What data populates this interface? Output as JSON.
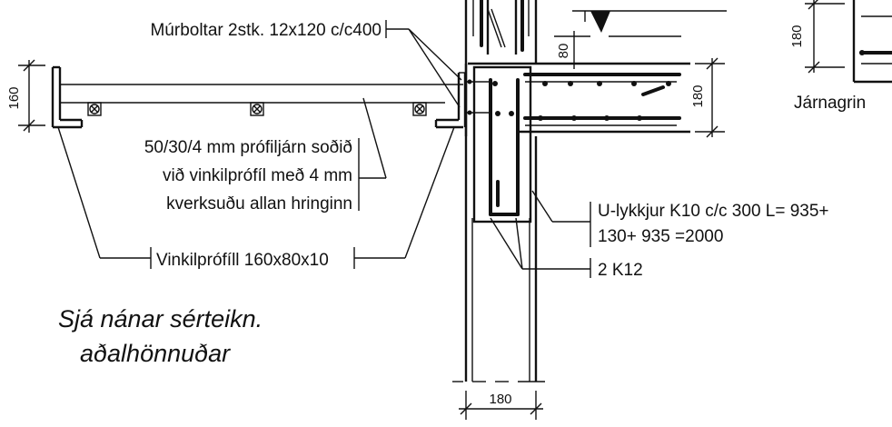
{
  "labels": {
    "murboltar": "Múrboltar 2stk. 12x120 c/c400",
    "profiljarn_line1": "50/30/4 mm prófiljárn soðið",
    "profiljarn_line2": "við vinkilprófíl með 4 mm",
    "profiljarn_line3": "kverksuðu allan hringinn",
    "vinkilprofill": "Vinkilprófíll 160x80x10",
    "ulykkjur_line1": "U-lykkjur K10 c/c 300 L= 935+",
    "ulykkjur_line2": "130+ 935 =2000",
    "k12": "2 K12",
    "jarnagrind": "Járnagrin",
    "note_line1": "Sjá nánar sérteikn.",
    "note_line2": "aðalhönnuðar"
  },
  "dimensions": {
    "left_height": "160",
    "slab_step": "80",
    "slab_thickness": "180",
    "wall_width": "180",
    "right_detail": "180"
  },
  "colors": {
    "ink": "#111111",
    "paper": "#ffffff"
  }
}
